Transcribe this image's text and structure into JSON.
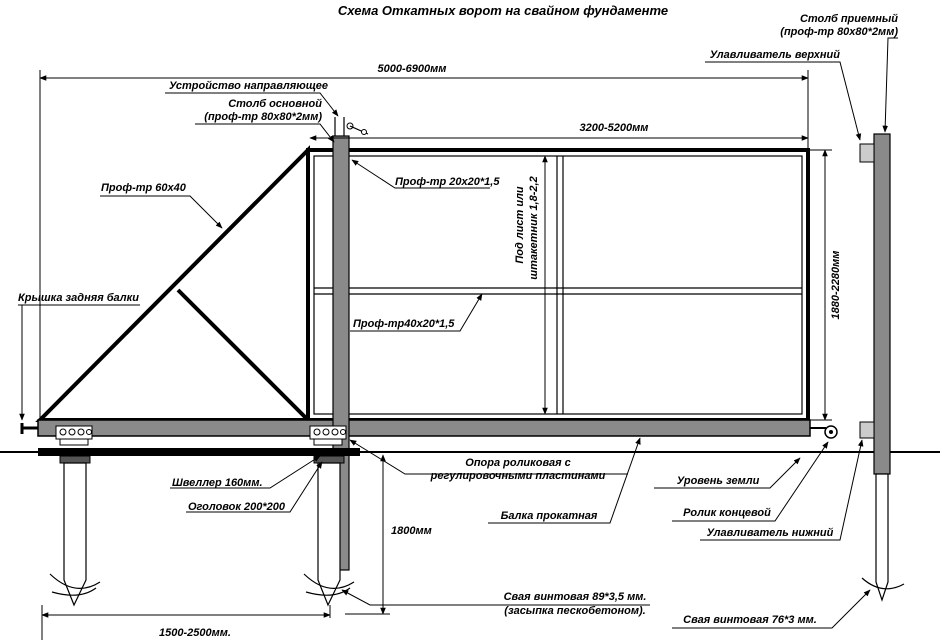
{
  "diagram": {
    "title": "Схема Откатных ворот на свайном фундаменте",
    "dimensions": {
      "overall_length": "5000-6900мм",
      "opening": "3200-5200мм",
      "height": "1880-2280мм",
      "pile_depth": "1800мм",
      "pile_spacing": "1500-2500мм."
    },
    "labels": {
      "receiving_post_1": "Столб приемный",
      "receiving_post_2": "(проф-тр 80х80*2мм)",
      "upper_catcher": "Улавливатель верхний",
      "guide_device": "Устройство направляющее",
      "main_post_1": "Столб основной",
      "main_post_2": "(проф-тр 80х80*2мм)",
      "prof_60x40": "Проф-тр 60х40",
      "prof_20x20": "Проф-тр 20х20*1,5",
      "sheet_1": "Под лист или",
      "sheet_2": "штакетник 1,8-2,2",
      "back_cap": "Крышка задняя балки",
      "prof_40x20": "Проф-тр40х20*1,5",
      "roller_support_1": "Опора роликовая с",
      "roller_support_2": "регулировочными пластинами",
      "ground_level": "Уровень земли",
      "channel": "Швеллер 160мм.",
      "cap_plate": "Оголовок 200*200",
      "rolled_beam": "Балка прокатная",
      "end_roller": "Ролик концевой",
      "lower_catcher": "Улавливатель нижний",
      "screw_pile_main_1": "Свая винтовая 89*3,5 мм.",
      "screw_pile_main_2": "(засыпка пескобетоном).",
      "screw_pile_small": "Свая винтовая 76*3 мм."
    }
  }
}
